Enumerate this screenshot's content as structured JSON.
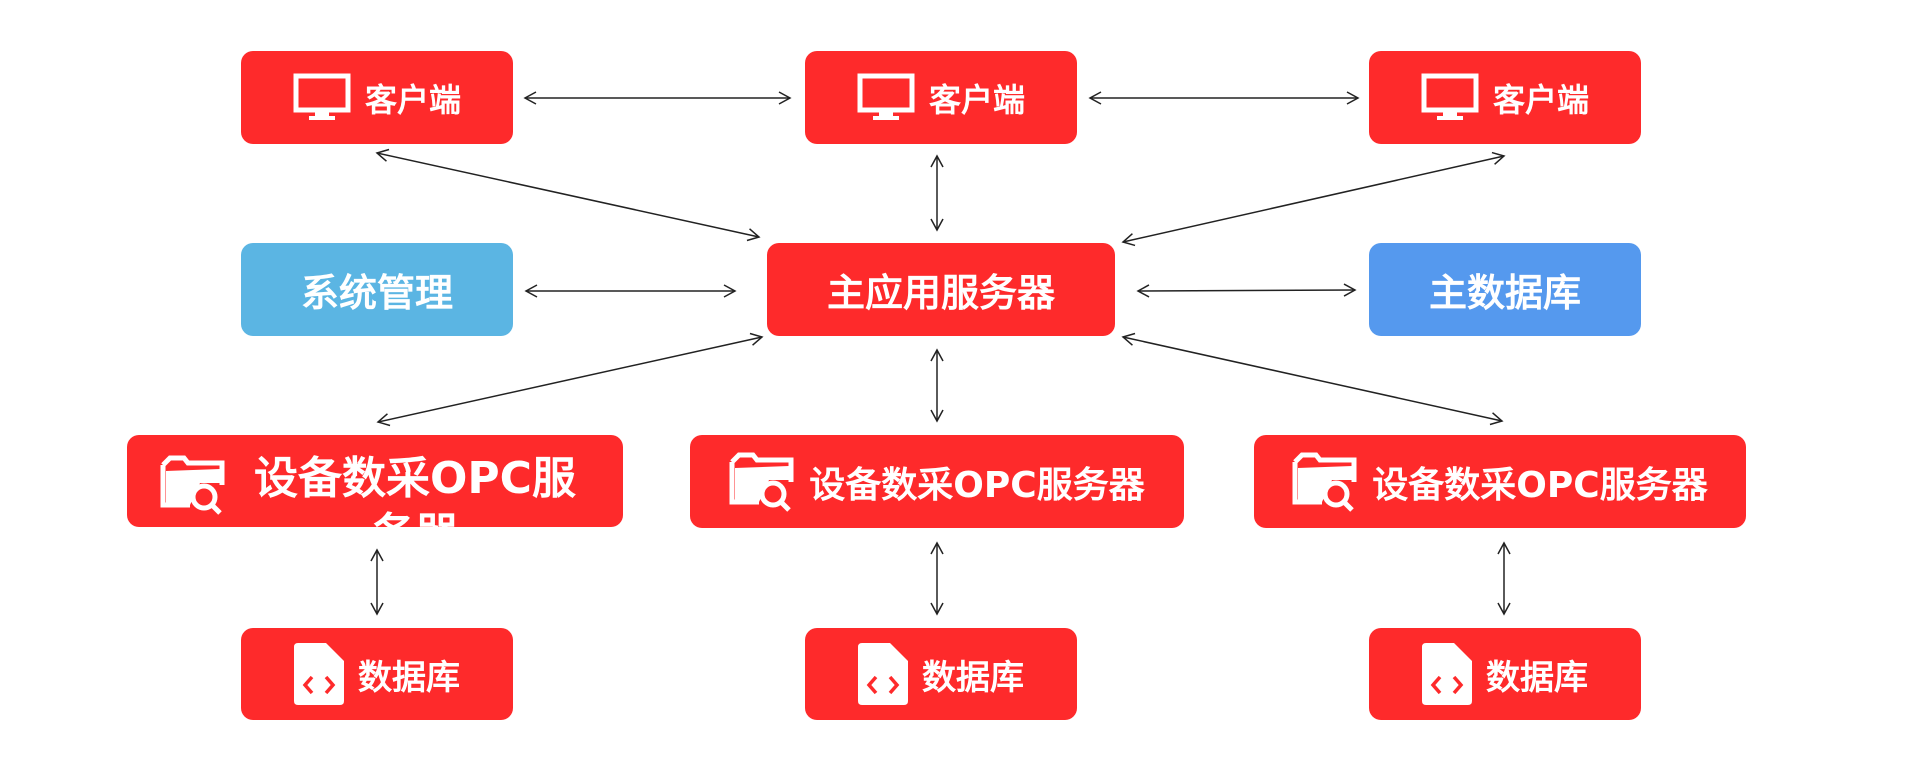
{
  "colors": {
    "primary": "#fe2a2b",
    "system_mgmt": "#5bb5e3",
    "main_db": "#5599ee"
  },
  "clients": [
    {
      "label": "客户端",
      "icon": "monitor-icon"
    },
    {
      "label": "客户端",
      "icon": "monitor-icon"
    },
    {
      "label": "客户端",
      "icon": "monitor-icon"
    }
  ],
  "system_mgmt": {
    "label": "系统管理"
  },
  "main_server": {
    "label": "主应用服务器"
  },
  "main_db": {
    "label": "主数据库"
  },
  "opc_servers": [
    {
      "label": "设备数采OPC服务器",
      "icon": "folder-search-icon"
    },
    {
      "label": "设备数采OPC服务器",
      "icon": "folder-search-icon"
    },
    {
      "label": "设备数采OPC服务器",
      "icon": "folder-search-icon"
    }
  ],
  "databases": [
    {
      "label": "数据库",
      "icon": "code-file-icon"
    },
    {
      "label": "数据库",
      "icon": "code-file-icon"
    },
    {
      "label": "数据库",
      "icon": "code-file-icon"
    }
  ]
}
